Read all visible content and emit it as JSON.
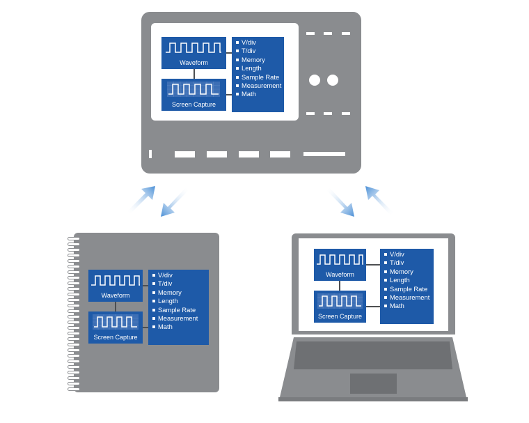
{
  "diagram": {
    "devices": [
      {
        "name": "oscilloscope"
      },
      {
        "name": "notebook"
      },
      {
        "name": "laptop"
      }
    ],
    "panel": {
      "waveform_label": "Waveform",
      "screen_capture_label": "Screen Capture",
      "parameters": [
        "V/div",
        "T/div",
        "Memory",
        "Length",
        "Sample Rate",
        "Measurement",
        "Math"
      ]
    },
    "colors": {
      "device_gray": "#8a8c8f",
      "panel_blue": "#1e5aa8",
      "arrow_blue": "#4a8fd6",
      "connector": "#4d4f52"
    },
    "icons": [
      "square-wave-icon",
      "screen-capture-icon",
      "arrow-up-icon",
      "arrow-down-icon",
      "spiral-binding-icon",
      "touchpad-icon"
    ]
  }
}
